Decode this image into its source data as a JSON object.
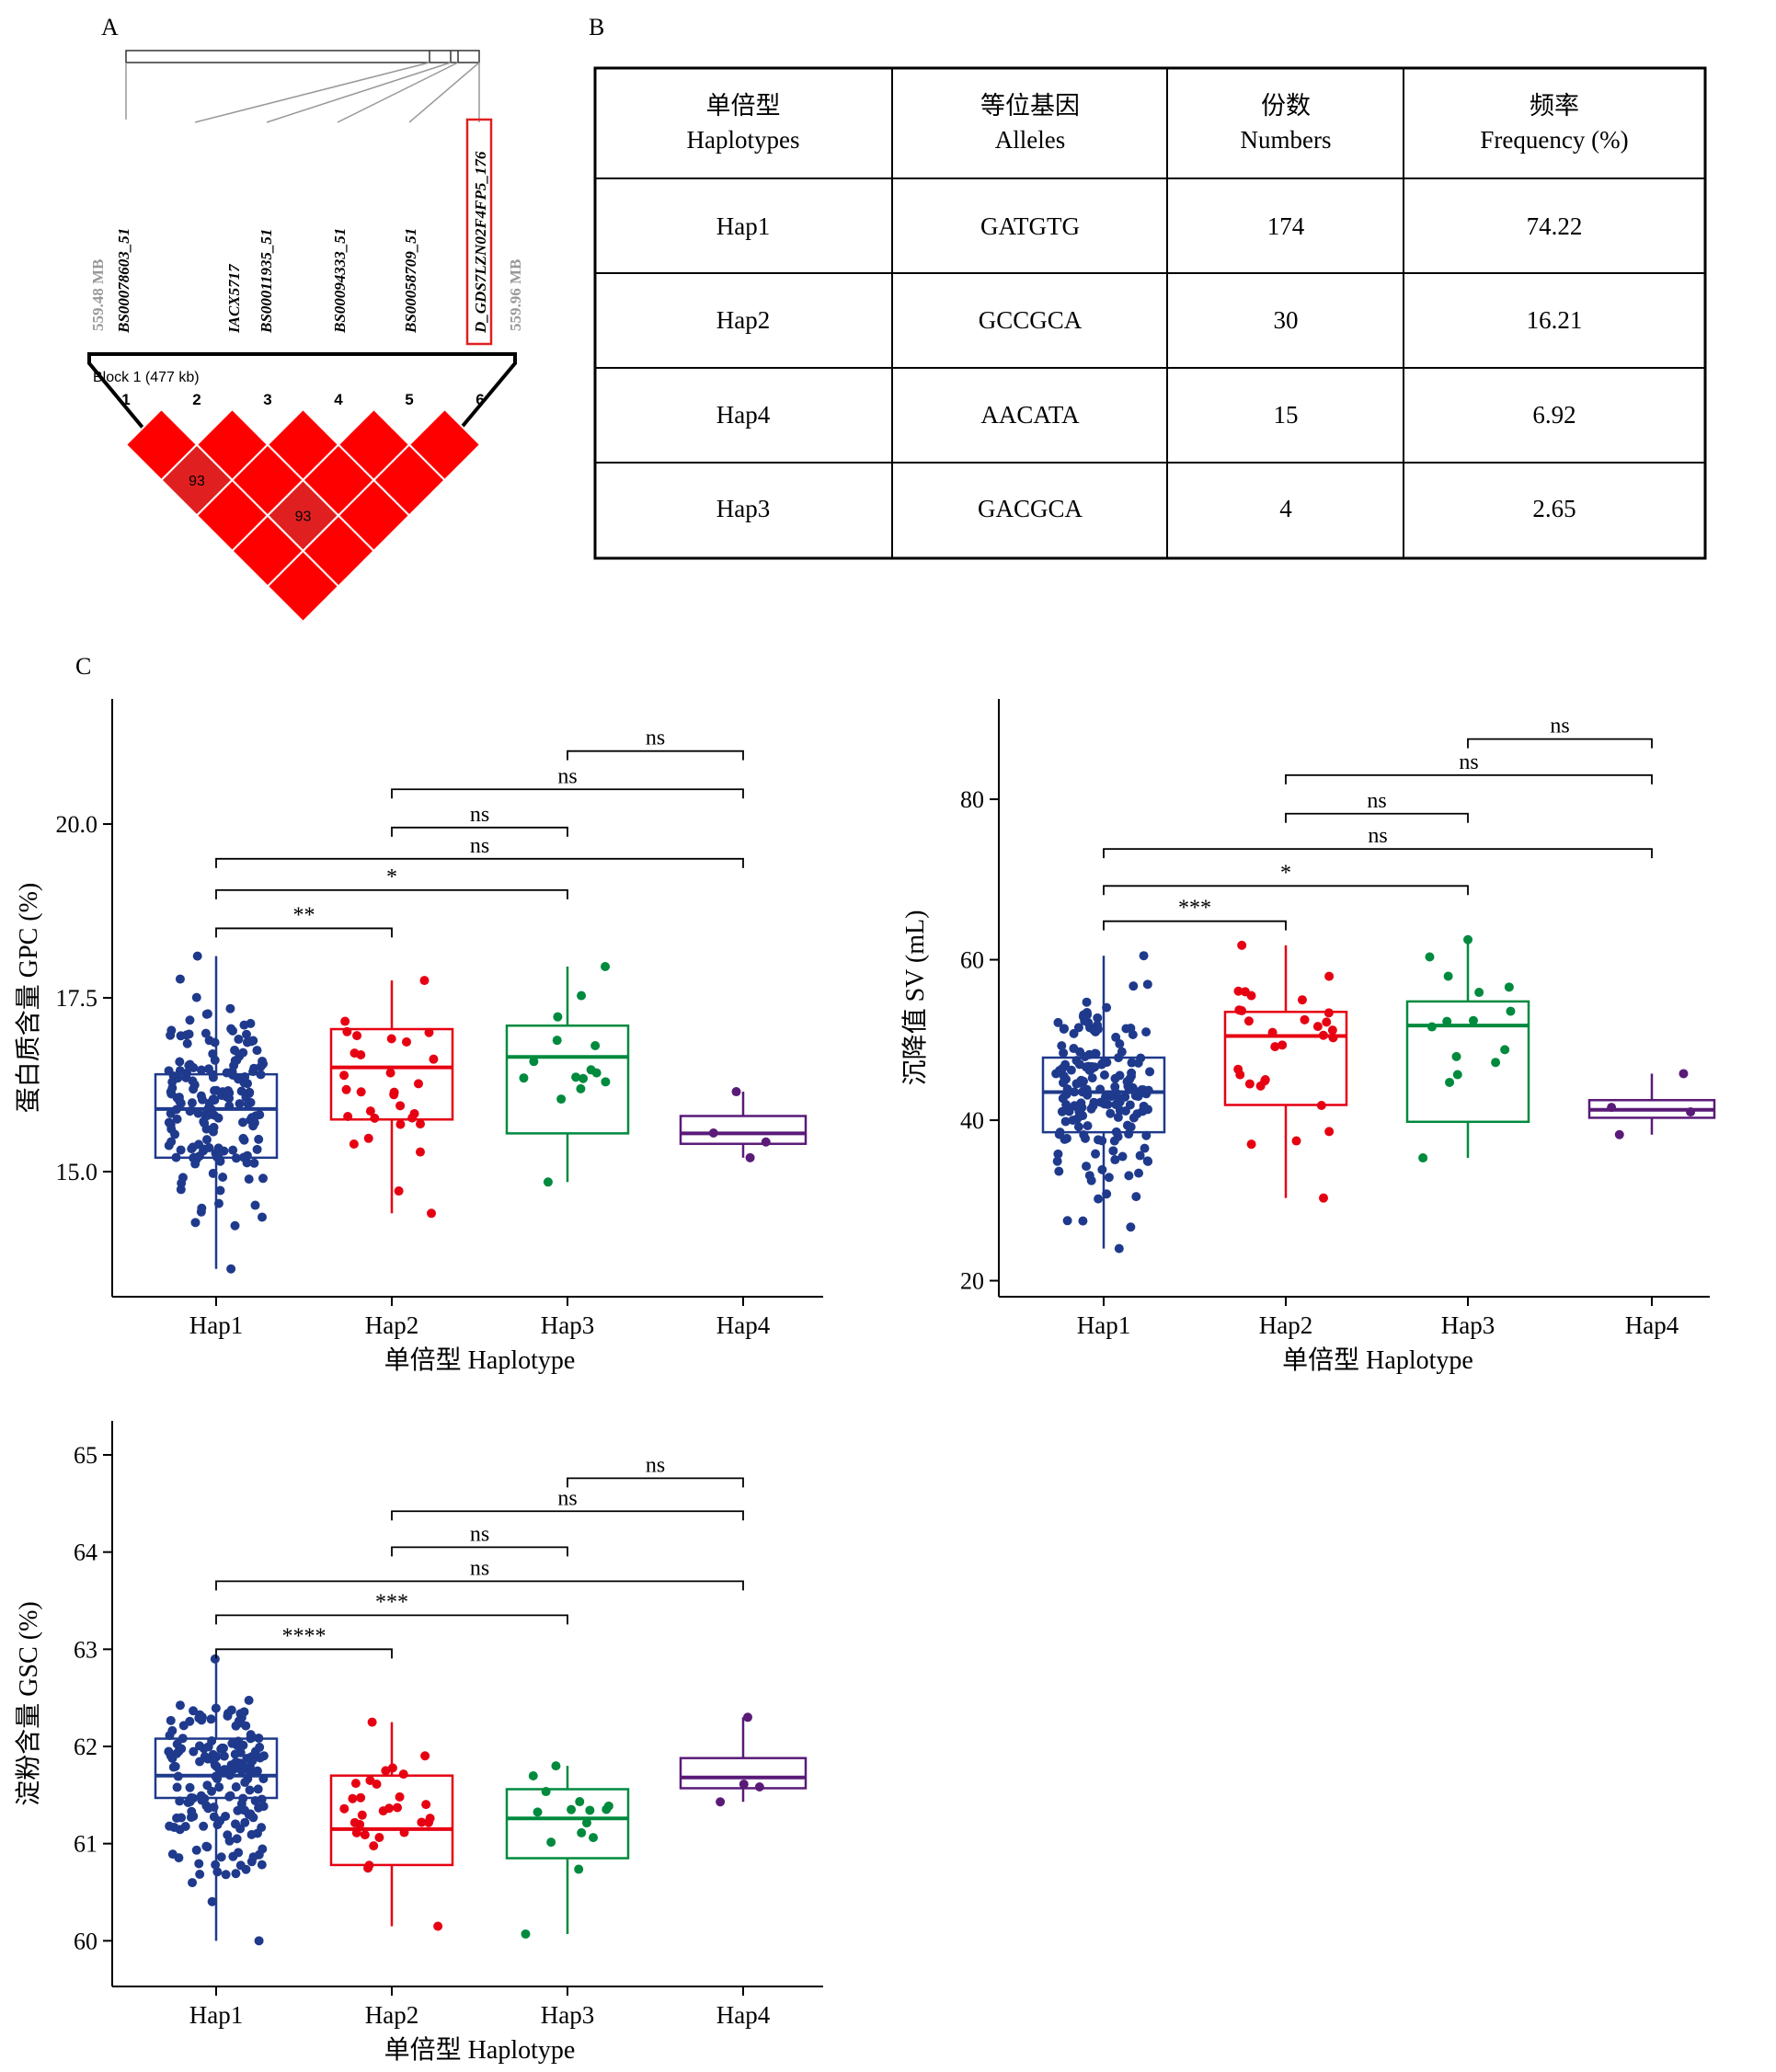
{
  "panel_labels": {
    "a": "A",
    "b": "B",
    "c": "C"
  },
  "ld_block": {
    "mb_left": "559.48 MB",
    "mb_right": "559.96 MB",
    "block_label": "Block 1 (477 kb)",
    "markers": [
      {
        "index": "1",
        "names": [
          "BS00078603_51"
        ]
      },
      {
        "index": "2",
        "names": [
          "IACX5717"
        ]
      },
      {
        "index": "3",
        "names": [
          "BS00011935_51"
        ]
      },
      {
        "index": "4",
        "names": [
          "BS00094333_51"
        ]
      },
      {
        "index": "5",
        "names": [
          "BS00058709_51"
        ]
      },
      {
        "index": "6",
        "names": [
          "D_GDS7LZN02F4FP5_176"
        ],
        "highlight": true
      }
    ],
    "ld_values": [
      "93",
      "93"
    ],
    "cell_color": "#ff0000",
    "highlight_color": "#e02020"
  },
  "table": {
    "headers": [
      {
        "cn": "单倍型",
        "en": "Haplotypes"
      },
      {
        "cn": "等位基因",
        "en": "Alleles"
      },
      {
        "cn": "份数",
        "en": "Numbers"
      },
      {
        "cn": "频率",
        "en": "Frequency (%)"
      }
    ],
    "rows": [
      [
        "Hap1",
        "GATGTG",
        "174",
        "74.22"
      ],
      [
        "Hap2",
        "GCCGCA",
        "30",
        "16.21"
      ],
      [
        "Hap4",
        "AACATA",
        "15",
        "6.92"
      ],
      [
        "Hap3",
        "GACGCA",
        "4",
        "2.65"
      ]
    ]
  },
  "colors": {
    "Hap1": "#1f3a8c",
    "Hap2": "#e60012",
    "Hap3": "#008a3e",
    "Hap4": "#5a1a78"
  },
  "chart_data": [
    {
      "type": "box",
      "ylabel": "蛋白质含量 GPC (%)",
      "xlabel": "单倍型 Haplotype",
      "ylim": [
        13.2,
        21.8
      ],
      "yticks": [
        15.0,
        17.5,
        20.0
      ],
      "ytick_labels": [
        "15.0",
        "17.5",
        "20.0"
      ],
      "categories": [
        "Hap1",
        "Hap2",
        "Hap3",
        "Hap4"
      ],
      "boxes": [
        {
          "name": "Hap1",
          "whisker_low": 13.6,
          "q1": 15.2,
          "median": 15.9,
          "q3": 16.4,
          "whisker_high": 18.1,
          "n_points": 174,
          "point_min": 13.6,
          "point_max": 18.1
        },
        {
          "name": "Hap2",
          "whisker_low": 14.4,
          "q1": 15.75,
          "median": 16.5,
          "q3": 17.05,
          "whisker_high": 17.75,
          "n_points": 30,
          "point_min": 14.4,
          "point_max": 17.75
        },
        {
          "name": "Hap3",
          "whisker_low": 14.85,
          "q1": 15.55,
          "median": 16.65,
          "q3": 17.1,
          "whisker_high": 17.95,
          "n_points": 15,
          "point_min": 14.85,
          "point_max": 17.95
        },
        {
          "name": "Hap4",
          "whisker_low": 15.2,
          "q1": 15.4,
          "median": 15.55,
          "q3": 15.8,
          "whisker_high": 16.15,
          "n_points": 4,
          "point_min": 15.2,
          "point_max": 16.15
        }
      ],
      "comparisons": [
        {
          "from": 0,
          "to": 1,
          "y": 18.5,
          "label": "**"
        },
        {
          "from": 0,
          "to": 2,
          "y": 19.05,
          "label": "*"
        },
        {
          "from": 0,
          "to": 3,
          "y": 19.5,
          "label": "ns"
        },
        {
          "from": 1,
          "to": 2,
          "y": 19.95,
          "label": "ns"
        },
        {
          "from": 1,
          "to": 3,
          "y": 20.5,
          "label": "ns"
        },
        {
          "from": 2,
          "to": 3,
          "y": 21.05,
          "label": "ns"
        }
      ]
    },
    {
      "type": "box",
      "ylabel": "沉降值 SV (mL)",
      "xlabel": "单倍型 Haplotype",
      "ylim": [
        18.0,
        92.5
      ],
      "yticks": [
        20,
        40,
        60,
        80
      ],
      "ytick_labels": [
        "20",
        "40",
        "60",
        "80"
      ],
      "categories": [
        "Hap1",
        "Hap2",
        "Hap3",
        "Hap4"
      ],
      "boxes": [
        {
          "name": "Hap1",
          "whisker_low": 24.0,
          "q1": 38.5,
          "median": 43.5,
          "q3": 47.8,
          "whisker_high": 60.5,
          "n_points": 174,
          "point_min": 24.0,
          "point_max": 60.5
        },
        {
          "name": "Hap2",
          "whisker_low": 30.3,
          "q1": 41.9,
          "median": 50.5,
          "q3": 53.5,
          "whisker_high": 61.8,
          "n_points": 30,
          "point_min": 30.3,
          "point_max": 61.8
        },
        {
          "name": "Hap3",
          "whisker_low": 35.3,
          "q1": 39.8,
          "median": 51.8,
          "q3": 54.8,
          "whisker_high": 62.5,
          "n_points": 15,
          "point_min": 35.3,
          "point_max": 62.5
        },
        {
          "name": "Hap4",
          "whisker_low": 38.2,
          "q1": 40.3,
          "median": 41.3,
          "q3": 42.5,
          "whisker_high": 45.8,
          "n_points": 4,
          "point_min": 38.2,
          "point_max": 45.8
        }
      ],
      "comparisons": [
        {
          "from": 0,
          "to": 1,
          "y": 64.8,
          "label": "***"
        },
        {
          "from": 0,
          "to": 2,
          "y": 69.2,
          "label": "*"
        },
        {
          "from": 0,
          "to": 3,
          "y": 73.8,
          "label": "ns"
        },
        {
          "from": 1,
          "to": 2,
          "y": 78.2,
          "label": "ns"
        },
        {
          "from": 1,
          "to": 3,
          "y": 83.0,
          "label": "ns"
        },
        {
          "from": 2,
          "to": 3,
          "y": 87.5,
          "label": "ns"
        }
      ]
    },
    {
      "type": "box",
      "ylabel": "淀粉含量 GSC (%)",
      "xlabel": "单倍型 Haplotype",
      "ylim": [
        59.53,
        65.35
      ],
      "yticks": [
        60,
        61,
        62,
        63,
        64,
        65
      ],
      "ytick_labels": [
        "60",
        "61",
        "62",
        "63",
        "64",
        "65"
      ],
      "categories": [
        "Hap1",
        "Hap2",
        "Hap3",
        "Hap4"
      ],
      "boxes": [
        {
          "name": "Hap1",
          "whisker_low": 60.0,
          "q1": 61.47,
          "median": 61.7,
          "q3": 62.08,
          "whisker_high": 62.9,
          "n_points": 174,
          "point_min": 60.0,
          "point_max": 62.9
        },
        {
          "name": "Hap2",
          "whisker_low": 60.15,
          "q1": 60.78,
          "median": 61.15,
          "q3": 61.7,
          "whisker_high": 62.25,
          "n_points": 30,
          "point_min": 60.15,
          "point_max": 62.25
        },
        {
          "name": "Hap3",
          "whisker_low": 60.07,
          "q1": 60.85,
          "median": 61.26,
          "q3": 61.56,
          "whisker_high": 61.8,
          "n_points": 15,
          "point_min": 60.07,
          "point_max": 61.8
        },
        {
          "name": "Hap4",
          "whisker_low": 61.43,
          "q1": 61.57,
          "median": 61.68,
          "q3": 61.88,
          "whisker_high": 62.3,
          "n_points": 4,
          "point_min": 61.43,
          "point_max": 62.3
        }
      ],
      "comparisons": [
        {
          "from": 0,
          "to": 1,
          "y": 63.0,
          "label": "****"
        },
        {
          "from": 0,
          "to": 2,
          "y": 63.35,
          "label": "***"
        },
        {
          "from": 0,
          "to": 3,
          "y": 63.7,
          "label": "ns"
        },
        {
          "from": 1,
          "to": 2,
          "y": 64.05,
          "label": "ns"
        },
        {
          "from": 1,
          "to": 3,
          "y": 64.42,
          "label": "ns"
        },
        {
          "from": 2,
          "to": 3,
          "y": 64.76,
          "label": "ns"
        }
      ]
    }
  ]
}
